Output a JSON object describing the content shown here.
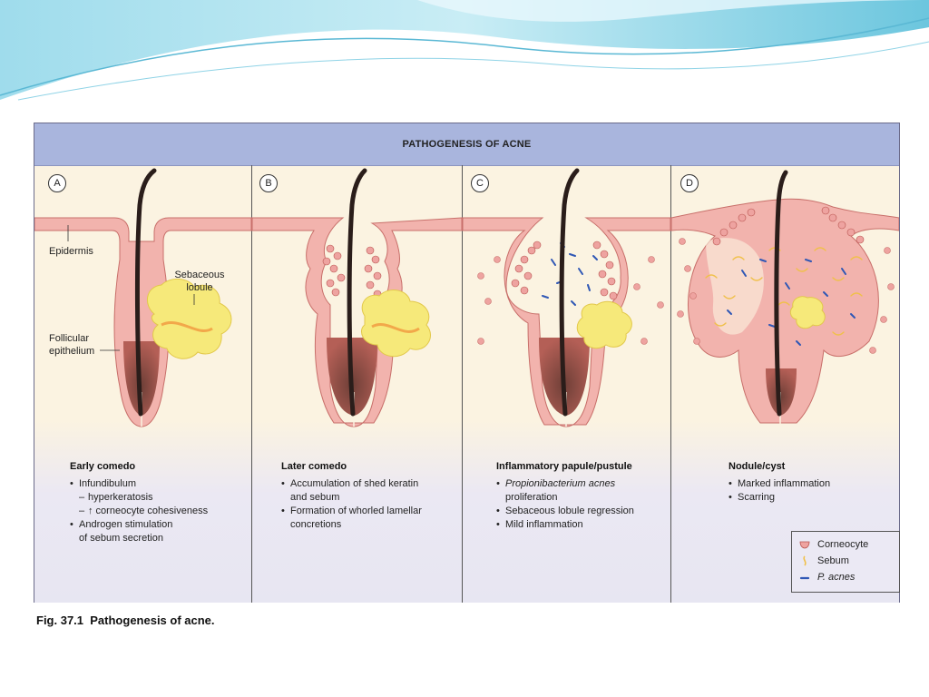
{
  "figure_title": "PATHOGENESIS OF ACNE",
  "panels": [
    {
      "letter": "A",
      "title": "Early comedo",
      "bullets": {
        "b1": "Infundibulum",
        "b1_sub1": "hyperkeratosis",
        "b1_sub2": "↑ corneocyte cohesiveness",
        "b2_line1": "Androgen stimulation",
        "b2_line2": "of sebum secretion"
      },
      "labels": {
        "epidermis": "Epidermis",
        "sebaceous_1": "Sebaceous",
        "sebaceous_2": "lobule",
        "follicular_1": "Follicular",
        "follicular_2": "epithelium"
      }
    },
    {
      "letter": "B",
      "title": "Later comedo",
      "bullets": {
        "b1_line1": "Accumulation of shed keratin",
        "b1_line2": "and sebum",
        "b2_line1": "Formation of whorled lamellar",
        "b2_line2": "concretions"
      }
    },
    {
      "letter": "C",
      "title": "Inflammatory papule/pustule",
      "bullets": {
        "b1_line1": "Propionibacterium acnes",
        "b1_line2": "proliferation",
        "b2": "Sebaceous lobule regression",
        "b3": "Mild inflammation"
      }
    },
    {
      "letter": "D",
      "title": "Nodule/cyst",
      "bullets": {
        "b1": "Marked inflammation",
        "b2": "Scarring"
      }
    }
  ],
  "legend": {
    "corneocyte": "Corneocyte",
    "sebum": "Sebum",
    "pacnes": "P. acnes"
  },
  "caption": {
    "number": "Fig. 37.1",
    "text": "Pathogenesis of acne."
  },
  "colors": {
    "title_bar": "#a9b5dd",
    "skin": "#f2b3ad",
    "skin_outline": "#c86f6a",
    "dermis": "#fbf3e1",
    "sebum": "#f6e97a",
    "hair": "#2a1d1a",
    "pacnes": "#2f57b5",
    "banner": "#7fd0e6"
  }
}
